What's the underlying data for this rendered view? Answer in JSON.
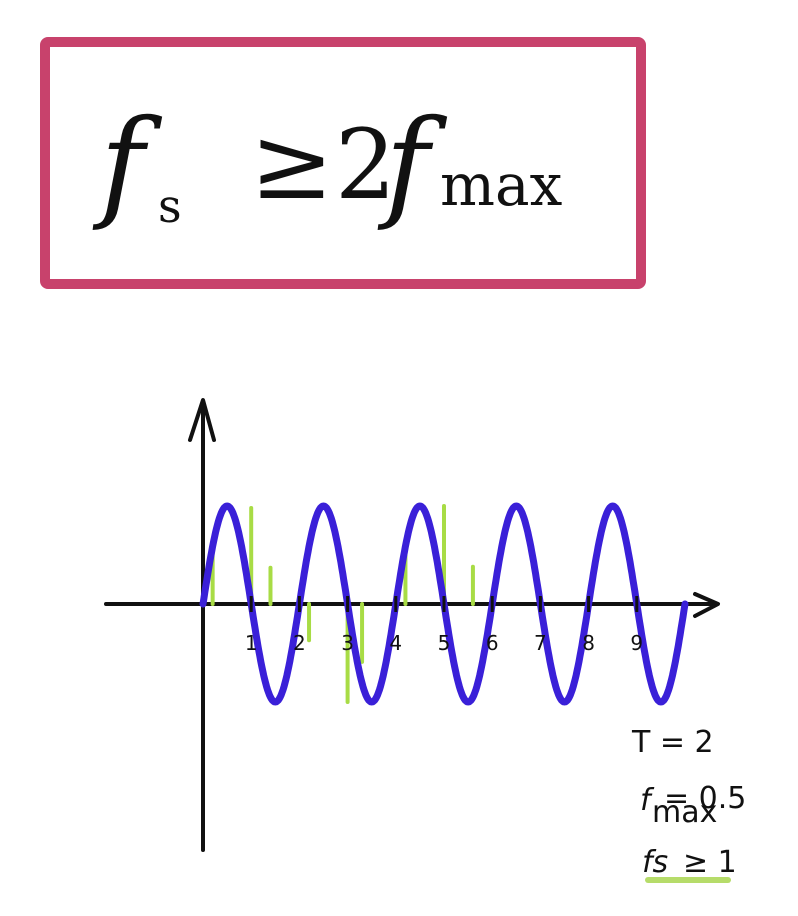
{
  "formula": {
    "lhs": "f",
    "lhs_sub": "s",
    "relation": "≥",
    "coef": "2",
    "rhs": "f",
    "rhs_sub": "max",
    "box_color": "#c8426c"
  },
  "notes": {
    "period": "T = 2",
    "fmax_symbol": "f",
    "fmax_sub": "max",
    "fmax_value": "= 0.5",
    "fs_symbol": "fs",
    "fs_value": "≥ 1",
    "highlight_color": "#b6dc6a"
  },
  "colors": {
    "curve": "#3a20d8",
    "samples": "#a8dc45",
    "axes": "#111111"
  },
  "chart_data": {
    "type": "line",
    "function": "sin(pi * t)",
    "period": 2,
    "amplitude": 1,
    "x_range": [
      0,
      10
    ],
    "ticks": [
      1,
      2,
      3,
      4,
      5,
      6,
      7,
      8,
      9
    ],
    "tick_labels": [
      "1",
      "2",
      "3",
      "4",
      "5",
      "6",
      "7",
      "8",
      "9"
    ],
    "samples": [
      {
        "t": 0.2,
        "v": 0.53
      },
      {
        "t": 1.0,
        "v": 0.98
      },
      {
        "t": 1.4,
        "v": 0.37
      },
      {
        "t": 2.2,
        "v": -0.37
      },
      {
        "t": 3.0,
        "v": -1.0
      },
      {
        "t": 3.3,
        "v": -0.59
      },
      {
        "t": 4.2,
        "v": 0.6
      },
      {
        "t": 5.0,
        "v": 1.0
      },
      {
        "t": 5.6,
        "v": 0.38
      }
    ]
  }
}
